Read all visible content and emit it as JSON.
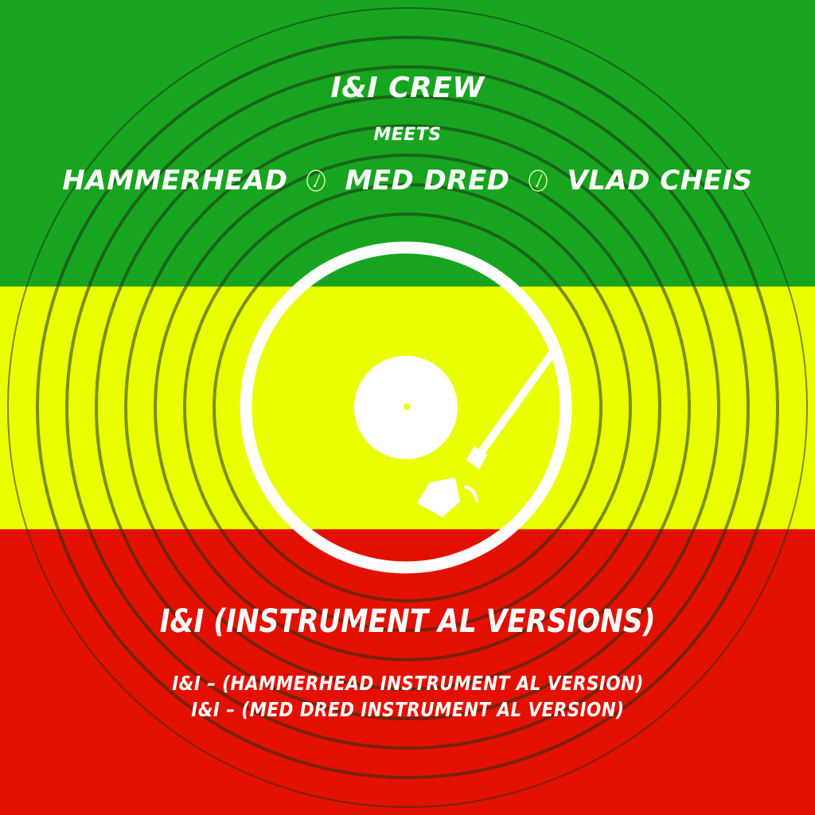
{
  "colors": {
    "green": "#17a51f",
    "yellow": "#eaff00",
    "red": "#e31000",
    "text": "#ffffff",
    "groove": "#1e3a12"
  },
  "header": {
    "crew": "I&I  CREW",
    "meets": "MEETS",
    "artists": [
      "HAMMERHEAD",
      "MED DRED",
      "VLAD CHEIS"
    ],
    "separator_icon": "tonearm-knob-icon"
  },
  "logo": {
    "icon": "turntable-icon"
  },
  "release": {
    "title": "I&I  (INSTRUMENT AL VERSIONS)",
    "tracks": [
      "I&I – (HAMMERHEAD INSTRUMENT AL VERSION)",
      "I&I – (MED DRED INSTRUMENT AL VERSION)"
    ]
  }
}
